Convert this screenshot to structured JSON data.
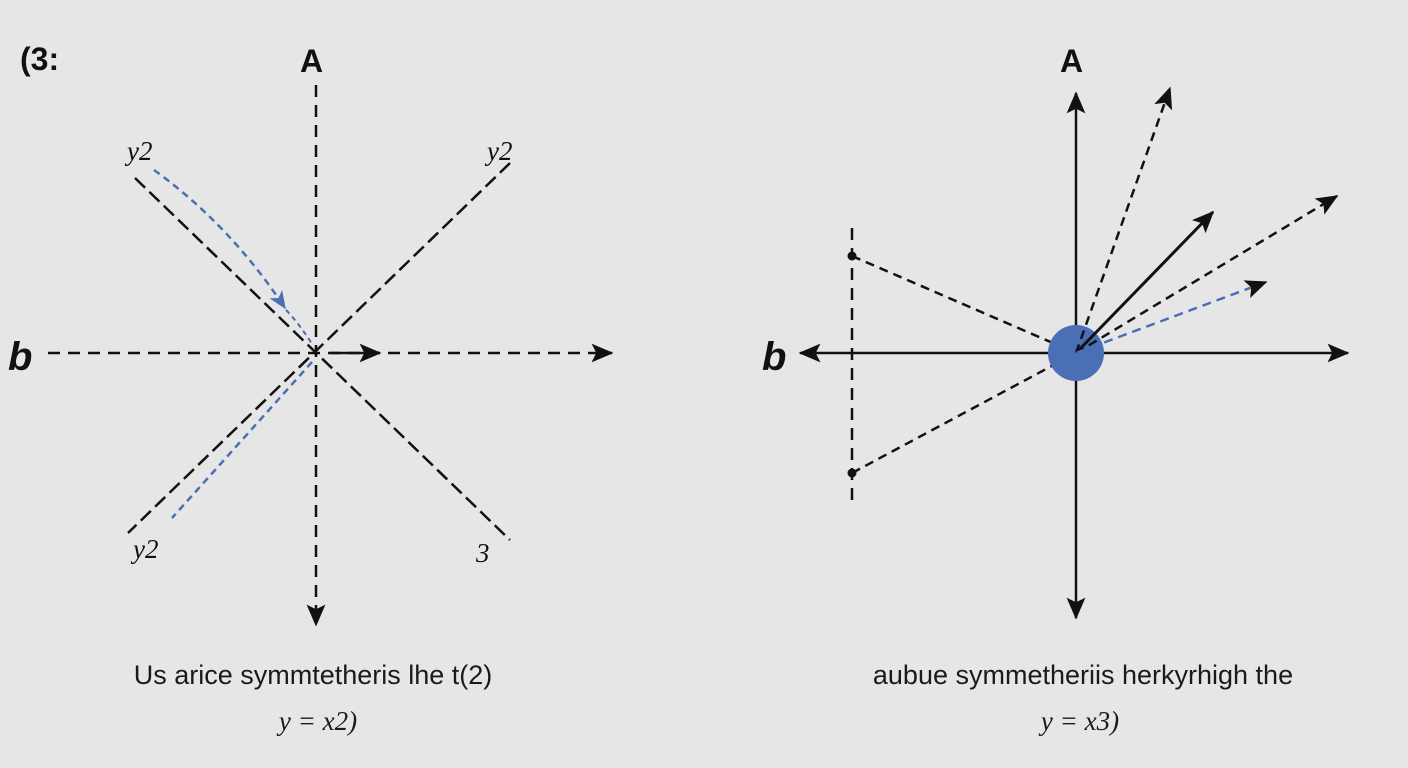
{
  "corner_label": "(3:",
  "colors": {
    "ink": "#111111",
    "accent": "#4a6fb5",
    "background": "#e6e6e6"
  },
  "left_diagram": {
    "axis_top_label": "A",
    "axis_left_label": "b",
    "label_top_left": "y2",
    "label_top_right": "y2",
    "label_bottom_left": "y2",
    "label_bottom_right": "3",
    "caption": "Us arice symmtetheris lhe t(2)",
    "formula": "y = x2)"
  },
  "right_diagram": {
    "axis_top_label": "A",
    "axis_left_label": "b",
    "caption": "aubue symmetheriis herkyrhigh the",
    "formula": "y = x3)"
  }
}
